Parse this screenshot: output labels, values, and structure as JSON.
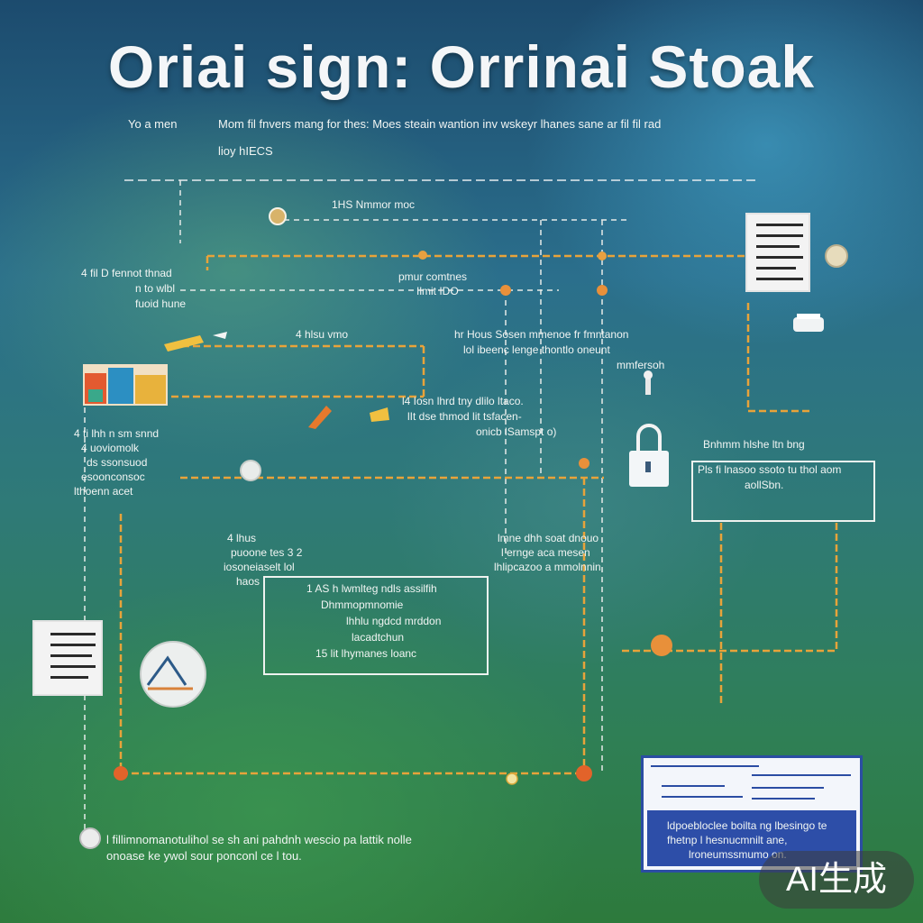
{
  "header": {
    "title": "Oriai sign: Orrinai Stoak",
    "intro_label": "Yo a men",
    "intro_text": "Mom fil fnvers mang for thes: Moes steain wantion inv wskeyr lhanes sane ar fil fil rad",
    "intro_sub": "lioy hIECS"
  },
  "labels": {
    "top_center": "1HS Nmmor moc",
    "left_block": [
      "4 fil D fennot thnad",
      "n to wlbl",
      "fuoid  hune"
    ],
    "center_block": [
      "pmur comtnes",
      "Ilmit IDO"
    ],
    "left_mid": "4 hlsu vmo",
    "right_block": [
      "hr Hous Sosen mmenoe fr fmntanon",
      "lol ibeenc lenge thontlo oneunt",
      "mmfersoh"
    ],
    "center_mid": [
      "l4 Iosn lhrd tny dlilo ltaco.",
      "lIt dse thmod lit tsfacen-",
      "onicb lSamspt o)"
    ],
    "left_lower": [
      "4 ti lhh n sm snnd",
      "4 uoviomolk",
      "ds ssonsuod",
      "esoonconsoc",
      "lthoenn acet"
    ],
    "right_box_title": "Bnhmm hlshe ltn bng",
    "right_box_text": [
      "Pls fi lnasoo ssoto tu thol aom",
      "aollSbn."
    ],
    "mid_left": [
      "4 lhus",
      "puoone tes 3 2",
      "iosoneiaselt lol",
      "haos"
    ],
    "mid_right": [
      "lmne dhh soat dnouo",
      "l ernge aca mesen",
      "lhlipcazoo a mmolnnin"
    ],
    "center_box": [
      "1 AS h lwmlteg ndls assilfih",
      "Dhmmopmnomie",
      "lhhlu ngdcd mrddon",
      "lacadtchun",
      "15 lit lhymanes loanc"
    ],
    "bottom_text": [
      "l fillimnomanotulihol se sh ani pahdnh wescio pa lattik nolle",
      "onoase ke ywol sour ponconl ce l tou."
    ],
    "blue_box_text": [
      "ldpoebloclee boilta ng lbesingo te",
      "fhetnp l hesnucmnilt ane,",
      "lroneumssmumo on."
    ]
  },
  "watermark": "AI生成"
}
